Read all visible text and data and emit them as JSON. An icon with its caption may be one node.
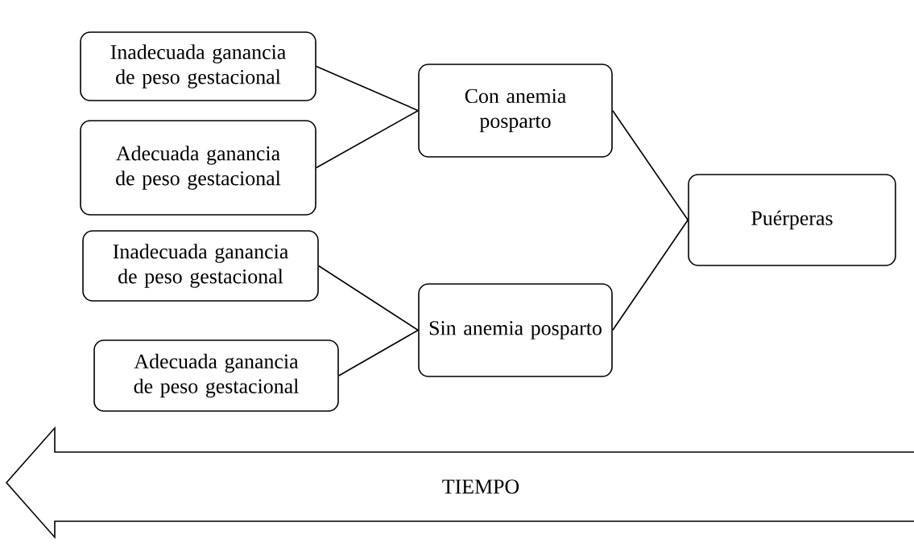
{
  "diagram": {
    "nodes": [
      {
        "text": [
          "Inadecuada ganancia de peso gestacional"
        ]
      },
      {
        "text": [
          "Adecuada ganancia de peso gestacional"
        ]
      },
      {
        "text": [
          "Inadecuada ganancia de peso gestacional"
        ]
      },
      {
        "text": [
          "Adecuada ganancia de peso gestacional"
        ]
      },
      {
        "text": [
          "Con anemia posparto"
        ]
      },
      {
        "text": [
          "Sin anemia posparto"
        ]
      },
      {
        "text": [
          "Puérperas"
        ]
      }
    ],
    "edges": [
      {
        "from": 0,
        "to": 4,
        "arrow": "none"
      },
      {
        "from": 1,
        "to": 4,
        "arrow": "none"
      },
      {
        "from": 2,
        "to": 5,
        "arrow": "none"
      },
      {
        "from": 3,
        "to": 5,
        "arrow": "none"
      },
      {
        "from": 4,
        "to": 6,
        "arrow": "none"
      },
      {
        "from": 5,
        "to": 6,
        "arrow": "none"
      }
    ],
    "labels": [
      "TIEMPO"
    ]
  }
}
